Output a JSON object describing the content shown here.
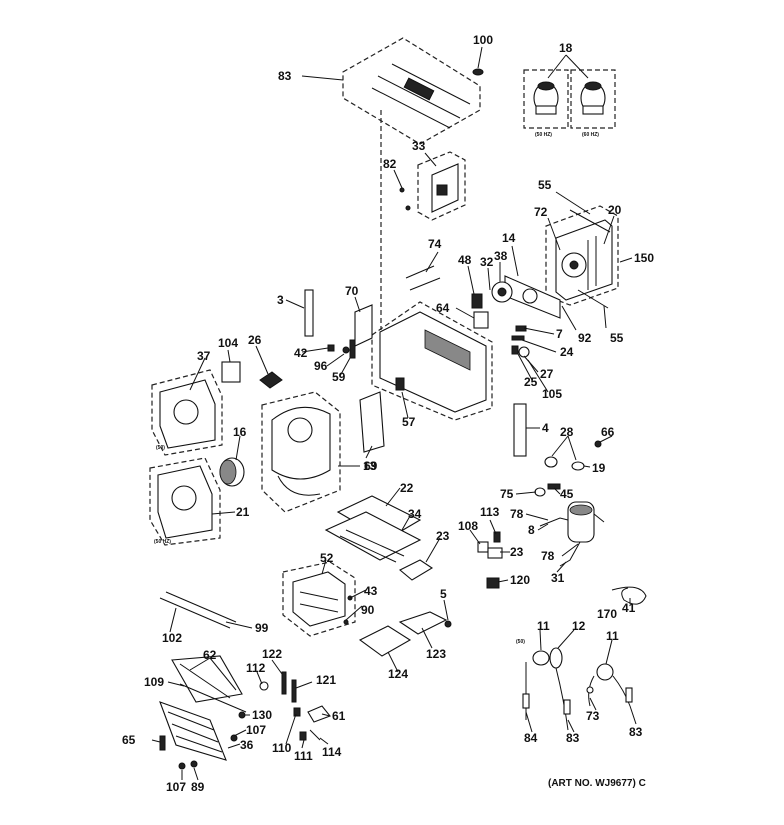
{
  "diagram": {
    "labels": [
      "100",
      "18",
      "83",
      "33",
      "82",
      "55",
      "20",
      "72",
      "150",
      "14",
      "38",
      "32",
      "48",
      "74",
      "3",
      "70",
      "64",
      "7",
      "92",
      "55",
      "24",
      "27",
      "42",
      "96",
      "59",
      "104",
      "26",
      "37",
      "25",
      "105",
      "16",
      "13",
      "69",
      "57",
      "4",
      "28",
      "66",
      "19",
      "75",
      "45",
      "78",
      "8",
      "21",
      "22",
      "34",
      "113",
      "108",
      "23",
      "23",
      "78",
      "120",
      "31",
      "170",
      "52",
      "43",
      "90",
      "5",
      "102",
      "99",
      "123",
      "11",
      "12",
      "11",
      "62",
      "122",
      "112",
      "121",
      "109",
      "124",
      "130",
      "107",
      "61",
      "65",
      "36",
      "110",
      "111",
      "114",
      "84",
      "83",
      "73",
      "83",
      "107",
      "89",
      "41"
    ],
    "sublabels": [
      "(50 HZ)",
      "(60 HZ)",
      "(50)",
      "(50 HZ)",
      "(50)"
    ],
    "art_number": "(ART NO. WJ9677) C"
  }
}
